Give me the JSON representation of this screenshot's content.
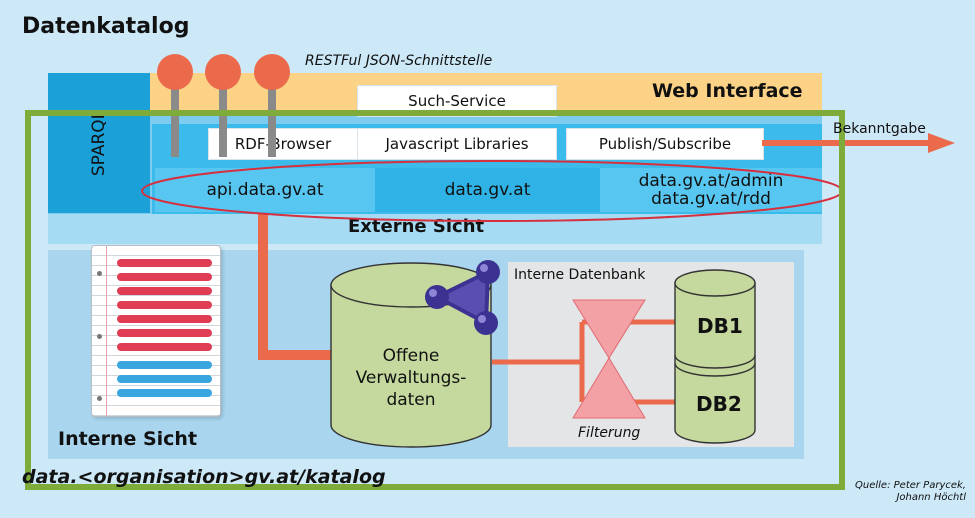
{
  "title": "Datenkatalog",
  "api_label": "RESTFul JSON-Schnittstelle",
  "web_interface": "Web Interface",
  "sparql": "SPARQL",
  "such_service": "Such-Service",
  "tools": [
    "RDF-Browser",
    "Javascript Libraries",
    "Publish/Subscribe"
  ],
  "bekanntgabe": "Bekanntgabe",
  "sites": {
    "api": "api.data.gv.at",
    "main": "data.gv.at",
    "admin": "data.gv.at/admin",
    "rdd": "data.gv.at/rdd"
  },
  "externe_sicht": "Externe Sicht",
  "interne_sicht": "Interne Sicht",
  "interne_datenbank": "Interne Datenbank",
  "db_main_lines": [
    "Offene",
    "Verwaltungs-",
    "daten"
  ],
  "db1": "DB1",
  "db2": "DB2",
  "filterung": "Filterung",
  "catalog_url": "data.<organisation>gv.at/katalog",
  "source_lines": [
    "Quelle: Peter Parycek,",
    "Johann Höchtl"
  ],
  "colors": {
    "background": "#cde9f8",
    "accent_orange": "#ea6a4b",
    "web_band": "#fbd286",
    "sparql_blue": "#1ba0d8",
    "external_band": "#2fb6e8",
    "internal_area": "#a9d5ef",
    "frame_green": "#7fab3b",
    "cylinder_green": "#c5d89e",
    "db_panel": "#e3e5e6",
    "ellipse_red": "#d6303f",
    "molecule_purple": "#3b3292",
    "doc_red": "#e03d55",
    "doc_blue": "#3aa6e0"
  }
}
